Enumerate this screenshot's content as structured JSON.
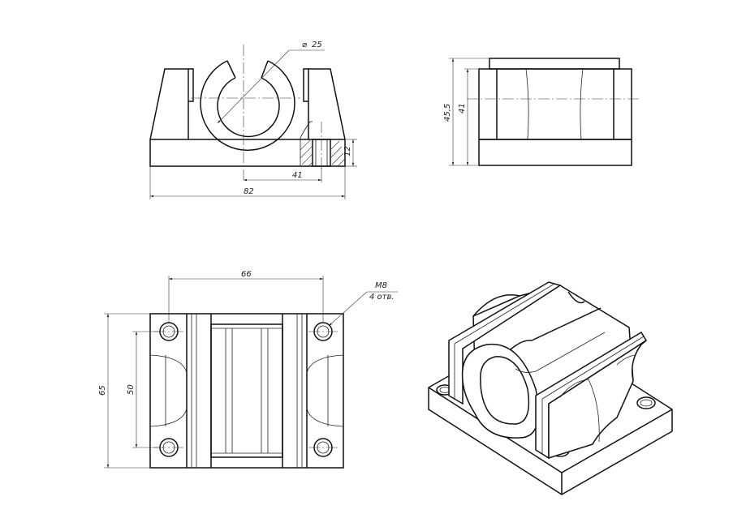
{
  "front_view": {
    "bore_diameter": "25",
    "base_height": "12",
    "center_offset": "41",
    "overall_width": "82"
  },
  "side_view": {
    "overall_height": "45,5",
    "axis_height": "41"
  },
  "top_view": {
    "hole_spacing_x": "66",
    "hole_spacing_y": "50",
    "overall_depth": "65",
    "thread_note": "M8",
    "hole_count_note": "4 отв."
  },
  "colors": {
    "line": "#111111",
    "background": "#ffffff"
  }
}
